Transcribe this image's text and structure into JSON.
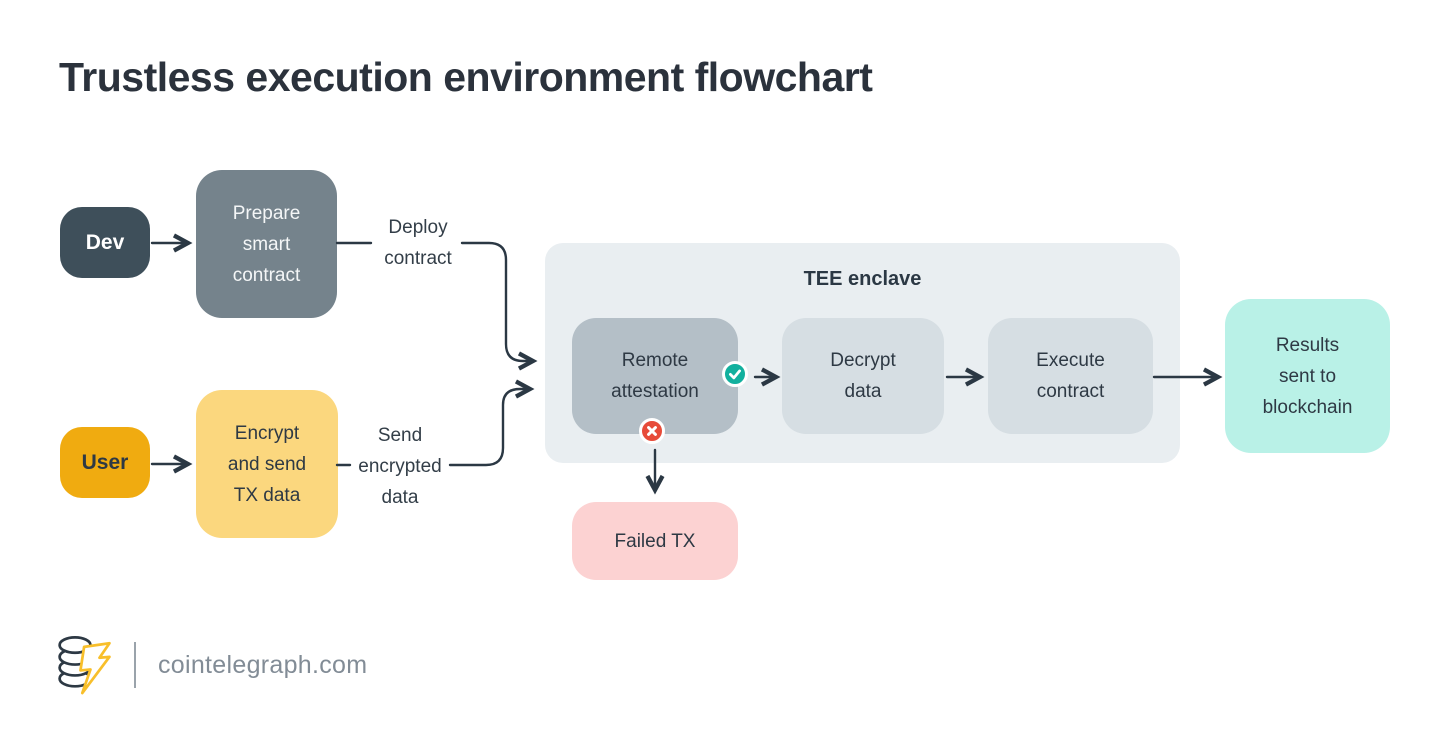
{
  "title": "Trustless execution environment flowchart",
  "colors": {
    "title_text": "#2b323c",
    "arrow": "#2b3844",
    "dev_bg": "#3e4f5a",
    "prepare_bg": "#75838c",
    "user_bg": "#f0ab10",
    "encrypt_bg": "#fbd77e",
    "enclave_bg": "#e9eef1",
    "remote_bg": "#b4bfc7",
    "step_bg": "#d6dee3",
    "results_bg": "#b9f1e7",
    "failed_bg": "#fcd2d2",
    "success_badge": "#12b09e",
    "failure_badge": "#e74b39",
    "logo_bolt": "#f8bf2b"
  },
  "flowchart": {
    "dev": {
      "label": "Dev"
    },
    "prepare": {
      "label": "Prepare\nsmart\ncontract"
    },
    "deploy_edge_label": "Deploy\ncontract",
    "user": {
      "label": "User"
    },
    "encrypt": {
      "label": "Encrypt\nand send\nTX data"
    },
    "send_edge_label": "Send\nencrypted\ndata",
    "enclave": {
      "title": "TEE enclave",
      "remote": {
        "label": "Remote\nattestation"
      },
      "decrypt": {
        "label": "Decrypt\ndata"
      },
      "execute": {
        "label": "Execute\ncontract"
      }
    },
    "results": {
      "label": "Results\nsent to\nblockchain"
    },
    "failed": {
      "label": "Failed TX"
    },
    "badges": {
      "success": "check-icon",
      "failure": "cross-icon"
    }
  },
  "footer": {
    "site": "cointelegraph.com"
  }
}
